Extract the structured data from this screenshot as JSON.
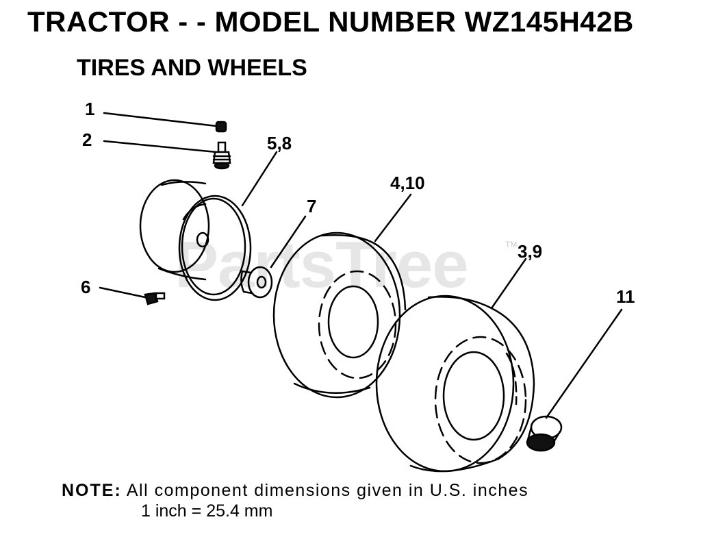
{
  "header": {
    "title": "TRACTOR - - MODEL NUMBER WZ145H42B",
    "subtitle": "TIRES AND WHEELS"
  },
  "watermark": {
    "text": "PartsTree",
    "tm": "TM"
  },
  "callouts": {
    "c1": "1",
    "c2": "2",
    "c5_8": "5,8",
    "c6": "6",
    "c7": "7",
    "c4_10": "4,10",
    "c3_9": "3,9",
    "c11": "11"
  },
  "note": {
    "lead": "NOTE:",
    "line1": "All component dimensions given in U.S. inches",
    "line2": "1 inch = 25.4 mm"
  }
}
